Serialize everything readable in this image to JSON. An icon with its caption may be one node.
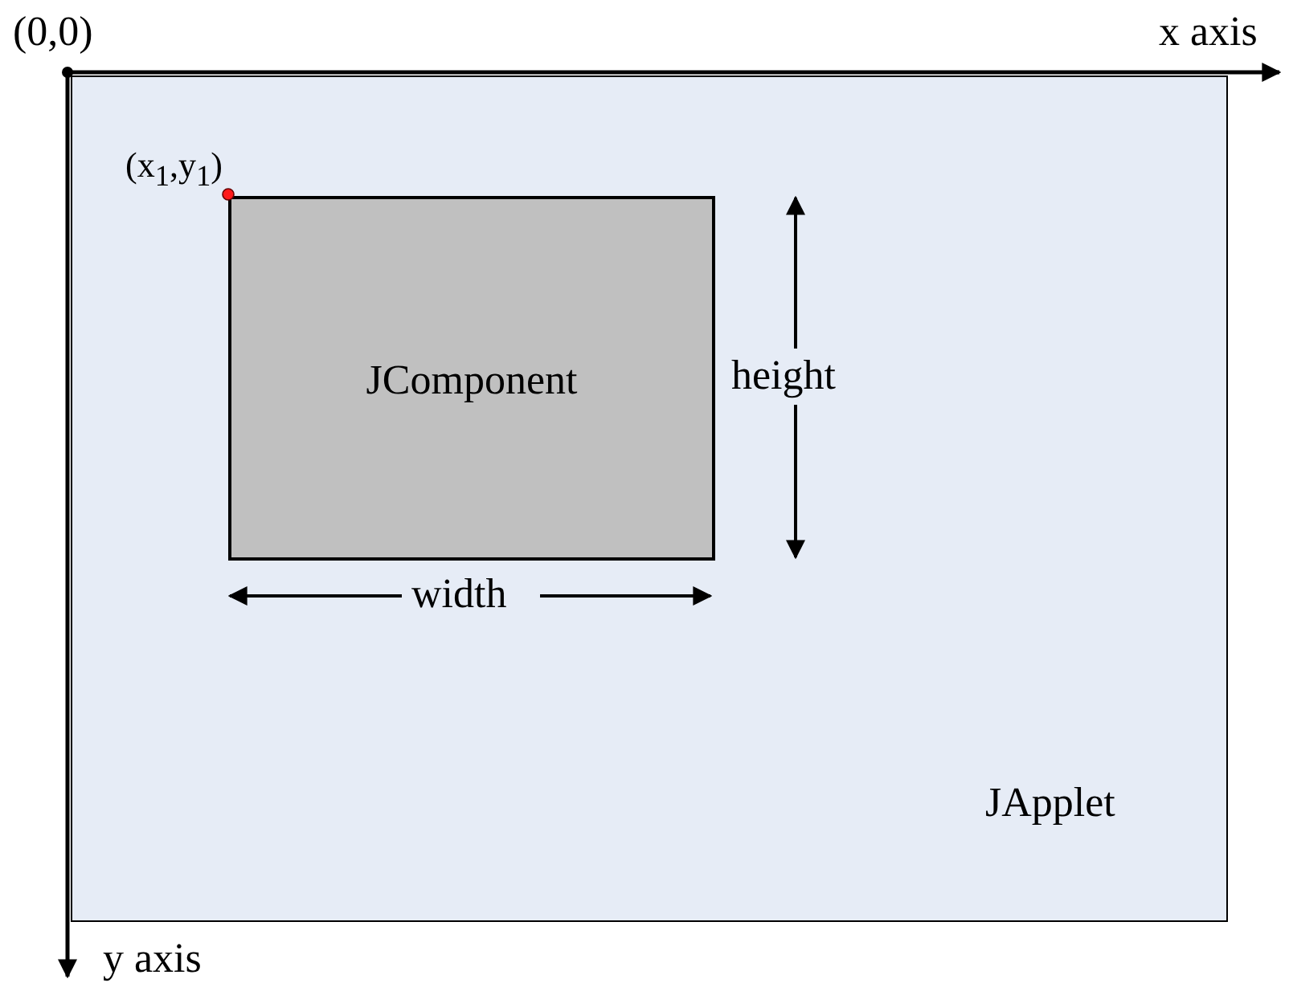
{
  "diagram": {
    "nodes": [
      {
        "text": [
          "JApplet"
        ]
      },
      {
        "text": [
          "JComponent"
        ],
        "in": 0
      }
    ],
    "edges": [],
    "labels": [
      "(0,0)",
      "x axis",
      "(x$_{1}$,y$_{1}$)",
      "height",
      "width",
      "y axis"
    ]
  }
}
